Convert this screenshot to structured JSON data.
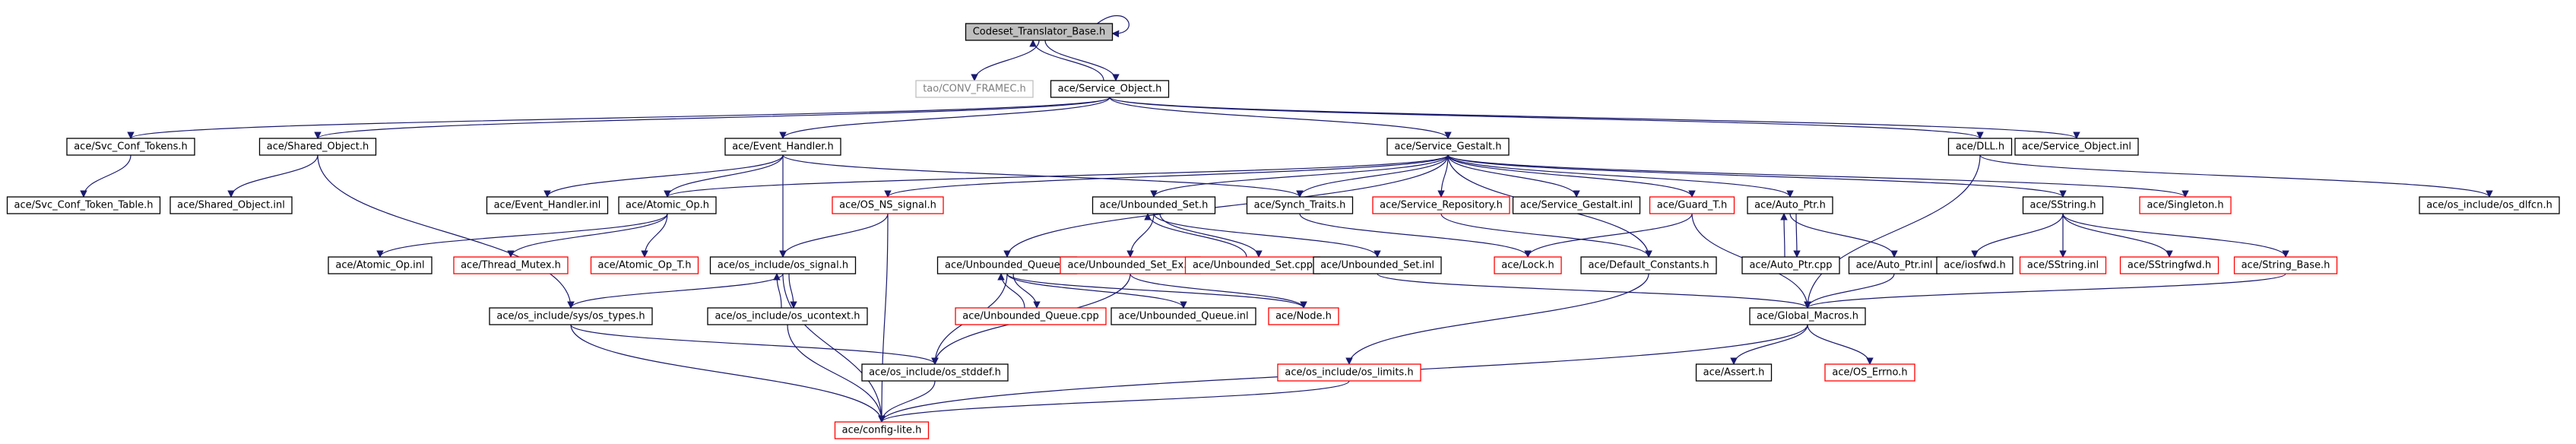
{
  "diagram": {
    "colors": {
      "edge": "#191970",
      "node_border_default": "#000000",
      "node_border_truncated": "#ff0000",
      "node_border_external": "#bfbfbf",
      "node_fill_root": "#bfbfbf",
      "node_fill_default": "#ffffff",
      "label_default": "#000000",
      "label_external": "#7f7f7f"
    },
    "nodes": [
      {
        "id": "root",
        "label": "Codeset_Translator_Base.h",
        "style": "root"
      },
      {
        "id": "tao_conv",
        "label": "tao/CONV_FRAMEC.h",
        "style": "external"
      },
      {
        "id": "svc_obj",
        "label": "ace/Service_Object.h",
        "style": "normal"
      },
      {
        "id": "svc_conf_tokens",
        "label": "ace/Svc_Conf_Tokens.h",
        "style": "normal"
      },
      {
        "id": "shared_obj",
        "label": "ace/Shared_Object.h",
        "style": "normal"
      },
      {
        "id": "event_handler",
        "label": "ace/Event_Handler.h",
        "style": "normal"
      },
      {
        "id": "svc_gestalt",
        "label": "ace/Service_Gestalt.h",
        "style": "normal"
      },
      {
        "id": "dll",
        "label": "ace/DLL.h",
        "style": "normal"
      },
      {
        "id": "svc_obj_inl",
        "label": "ace/Service_Object.inl",
        "style": "normal"
      },
      {
        "id": "svc_conf_token_table",
        "label": "ace/Svc_Conf_Token_Table.h",
        "style": "normal"
      },
      {
        "id": "shared_obj_inl",
        "label": "ace/Shared_Object.inl",
        "style": "normal"
      },
      {
        "id": "event_handler_inl",
        "label": "ace/Event_Handler.inl",
        "style": "normal"
      },
      {
        "id": "atomic_op",
        "label": "ace/Atomic_Op.h",
        "style": "normal"
      },
      {
        "id": "os_ns_signal",
        "label": "ace/OS_NS_signal.h",
        "style": "truncated"
      },
      {
        "id": "unbounded_set",
        "label": "ace/Unbounded_Set.h",
        "style": "normal"
      },
      {
        "id": "synch_traits",
        "label": "ace/Synch_Traits.h",
        "style": "normal"
      },
      {
        "id": "service_repo",
        "label": "ace/Service_Repository.h",
        "style": "truncated"
      },
      {
        "id": "svc_gestalt_inl",
        "label": "ace/Service_Gestalt.inl",
        "style": "normal"
      },
      {
        "id": "guard_t",
        "label": "ace/Guard_T.h",
        "style": "truncated"
      },
      {
        "id": "auto_ptr",
        "label": "ace/Auto_Ptr.h",
        "style": "normal"
      },
      {
        "id": "sstring",
        "label": "ace/SString.h",
        "style": "normal"
      },
      {
        "id": "singleton",
        "label": "ace/Singleton.h",
        "style": "truncated"
      },
      {
        "id": "os_dlfcn",
        "label": "ace/os_include/os_dlfcn.h",
        "style": "normal"
      },
      {
        "id": "atomic_op_inl",
        "label": "ace/Atomic_Op.inl",
        "style": "normal"
      },
      {
        "id": "thread_mutex",
        "label": "ace/Thread_Mutex.h",
        "style": "truncated"
      },
      {
        "id": "atomic_op_t",
        "label": "ace/Atomic_Op_T.h",
        "style": "truncated"
      },
      {
        "id": "os_signal",
        "label": "ace/os_include/os_signal.h",
        "style": "normal"
      },
      {
        "id": "unbounded_queue",
        "label": "ace/Unbounded_Queue.h",
        "style": "normal"
      },
      {
        "id": "unbounded_set_ex",
        "label": "ace/Unbounded_Set_Ex.h",
        "style": "truncated"
      },
      {
        "id": "unbounded_set_cpp",
        "label": "ace/Unbounded_Set.cpp",
        "style": "truncated"
      },
      {
        "id": "unbounded_set_inl",
        "label": "ace/Unbounded_Set.inl",
        "style": "normal"
      },
      {
        "id": "lock",
        "label": "ace/Lock.h",
        "style": "truncated"
      },
      {
        "id": "default_constants",
        "label": "ace/Default_Constants.h",
        "style": "normal"
      },
      {
        "id": "auto_ptr_cpp",
        "label": "ace/Auto_Ptr.cpp",
        "style": "normal"
      },
      {
        "id": "auto_ptr_inl",
        "label": "ace/Auto_Ptr.inl",
        "style": "normal"
      },
      {
        "id": "iosfwd",
        "label": "ace/iosfwd.h",
        "style": "normal"
      },
      {
        "id": "sstring_inl",
        "label": "ace/SString.inl",
        "style": "truncated"
      },
      {
        "id": "sstringfwd",
        "label": "ace/SStringfwd.h",
        "style": "truncated"
      },
      {
        "id": "string_base",
        "label": "ace/String_Base.h",
        "style": "truncated"
      },
      {
        "id": "sys_types",
        "label": "ace/os_include/sys/os_types.h",
        "style": "normal"
      },
      {
        "id": "os_ucontext",
        "label": "ace/os_include/os_ucontext.h",
        "style": "normal"
      },
      {
        "id": "unbounded_queue_cpp",
        "label": "ace/Unbounded_Queue.cpp",
        "style": "truncated"
      },
      {
        "id": "unbounded_queue_inl",
        "label": "ace/Unbounded_Queue.inl",
        "style": "normal"
      },
      {
        "id": "node",
        "label": "ace/Node.h",
        "style": "truncated"
      },
      {
        "id": "global_macros",
        "label": "ace/Global_Macros.h",
        "style": "normal"
      },
      {
        "id": "os_stddef",
        "label": "ace/os_include/os_stddef.h",
        "style": "normal"
      },
      {
        "id": "os_limits",
        "label": "ace/os_include/os_limits.h",
        "style": "truncated"
      },
      {
        "id": "assert",
        "label": "ace/Assert.h",
        "style": "normal"
      },
      {
        "id": "os_errno",
        "label": "ace/OS_Errno.h",
        "style": "truncated"
      },
      {
        "id": "config_lite",
        "label": "ace/config-lite.h",
        "style": "truncated"
      }
    ],
    "edges": [
      [
        "root",
        "root"
      ],
      [
        "root",
        "tao_conv"
      ],
      [
        "root",
        "svc_obj"
      ],
      [
        "svc_obj",
        "root"
      ],
      [
        "svc_obj",
        "svc_conf_tokens"
      ],
      [
        "svc_obj",
        "shared_obj"
      ],
      [
        "svc_obj",
        "event_handler"
      ],
      [
        "svc_obj",
        "svc_gestalt"
      ],
      [
        "svc_obj",
        "dll"
      ],
      [
        "svc_obj",
        "svc_obj_inl"
      ],
      [
        "svc_conf_tokens",
        "svc_conf_token_table"
      ],
      [
        "shared_obj",
        "shared_obj_inl"
      ],
      [
        "shared_obj",
        "sys_types"
      ],
      [
        "event_handler",
        "event_handler_inl"
      ],
      [
        "event_handler",
        "atomic_op"
      ],
      [
        "event_handler",
        "os_signal"
      ],
      [
        "event_handler",
        "synch_traits"
      ],
      [
        "svc_gestalt",
        "atomic_op"
      ],
      [
        "svc_gestalt",
        "os_ns_signal"
      ],
      [
        "svc_gestalt",
        "unbounded_set"
      ],
      [
        "svc_gestalt",
        "unbounded_queue"
      ],
      [
        "svc_gestalt",
        "synch_traits"
      ],
      [
        "svc_gestalt",
        "service_repo"
      ],
      [
        "svc_gestalt",
        "svc_gestalt_inl"
      ],
      [
        "svc_gestalt",
        "guard_t"
      ],
      [
        "svc_gestalt",
        "auto_ptr"
      ],
      [
        "svc_gestalt",
        "sstring"
      ],
      [
        "svc_gestalt",
        "singleton"
      ],
      [
        "svc_gestalt",
        "default_constants"
      ],
      [
        "dll",
        "os_dlfcn"
      ],
      [
        "dll",
        "global_macros"
      ],
      [
        "atomic_op",
        "atomic_op_inl"
      ],
      [
        "atomic_op",
        "thread_mutex"
      ],
      [
        "atomic_op",
        "atomic_op_t"
      ],
      [
        "os_ns_signal",
        "os_signal"
      ],
      [
        "os_ns_signal",
        "config_lite"
      ],
      [
        "unbounded_set",
        "unbounded_set_ex"
      ],
      [
        "unbounded_set",
        "unbounded_set_cpp"
      ],
      [
        "unbounded_set",
        "unbounded_set_inl"
      ],
      [
        "unbounded_set_cpp",
        "unbounded_set"
      ],
      [
        "synch_traits",
        "lock"
      ],
      [
        "service_repo",
        "default_constants"
      ],
      [
        "guard_t",
        "lock"
      ],
      [
        "guard_t",
        "global_macros"
      ],
      [
        "auto_ptr",
        "auto_ptr_cpp"
      ],
      [
        "auto_ptr",
        "auto_ptr_inl"
      ],
      [
        "auto_ptr_cpp",
        "auto_ptr"
      ],
      [
        "auto_ptr_inl",
        "global_macros"
      ],
      [
        "sstring",
        "iosfwd"
      ],
      [
        "sstring",
        "sstring_inl"
      ],
      [
        "sstring",
        "sstringfwd"
      ],
      [
        "sstring",
        "string_base"
      ],
      [
        "string_base",
        "global_macros"
      ],
      [
        "os_signal",
        "os_ucontext"
      ],
      [
        "os_signal",
        "sys_types"
      ],
      [
        "os_signal",
        "config_lite"
      ],
      [
        "os_ucontext",
        "os_signal"
      ],
      [
        "os_ucontext",
        "config_lite"
      ],
      [
        "unbounded_queue",
        "unbounded_queue_cpp"
      ],
      [
        "unbounded_queue",
        "unbounded_queue_inl"
      ],
      [
        "unbounded_queue",
        "node"
      ],
      [
        "unbounded_queue",
        "os_stddef"
      ],
      [
        "unbounded_queue_cpp",
        "unbounded_queue"
      ],
      [
        "unbounded_set_ex",
        "node"
      ],
      [
        "unbounded_set_ex",
        "os_stddef"
      ],
      [
        "unbounded_set_inl",
        "global_macros"
      ],
      [
        "default_constants",
        "os_limits"
      ],
      [
        "sys_types",
        "os_stddef"
      ],
      [
        "sys_types",
        "config_lite"
      ],
      [
        "os_stddef",
        "config_lite"
      ],
      [
        "os_limits",
        "config_lite"
      ],
      [
        "global_macros",
        "assert"
      ],
      [
        "global_macros",
        "os_errno"
      ],
      [
        "global_macros",
        "config_lite"
      ]
    ]
  }
}
